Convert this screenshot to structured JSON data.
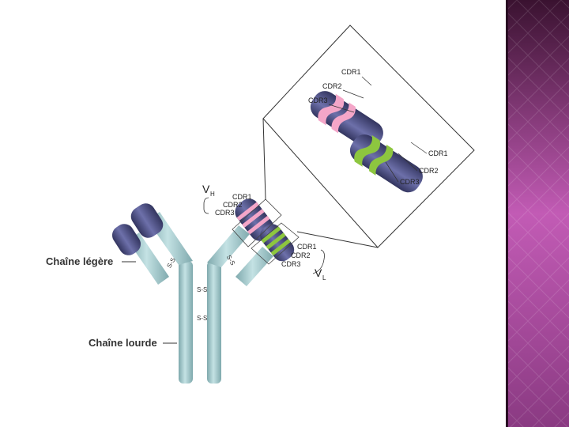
{
  "diagram": {
    "light_chain_label": "Chaîne légère",
    "heavy_chain_label": "Chaîne lourde",
    "vh_label": "V",
    "vh_sub": "H",
    "vl_label": "V",
    "vl_sub": "L",
    "cdr1": "CDR1",
    "cdr2": "CDR2",
    "cdr3": "CDR3",
    "disulfide": "S-S"
  },
  "colors": {
    "constant_region": "#9fc8cc",
    "variable_region": "#4b4d86",
    "cdr_heavy": "#f4a6c8",
    "cdr_light": "#8dc63f",
    "sidebar_dark": "#3a1230",
    "sidebar_light": "#c25bb5"
  },
  "icons": {
    "sidebar": "diamond-pattern-decoration"
  }
}
